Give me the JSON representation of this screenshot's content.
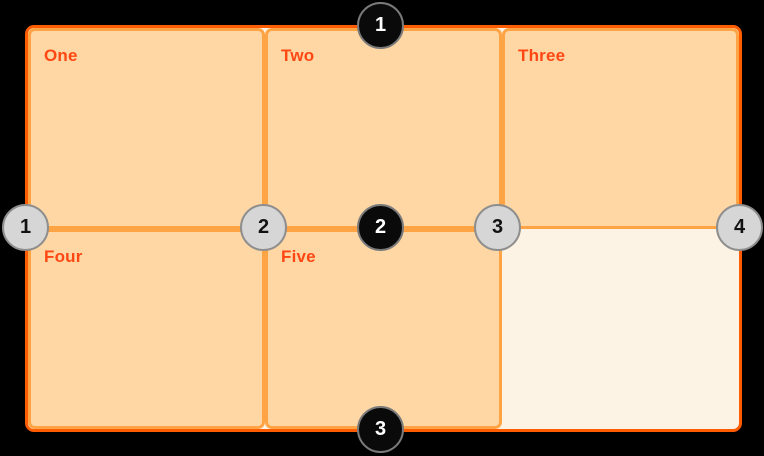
{
  "diagram": {
    "kind": "css-grid-line-numbers-illustration",
    "cells": [
      {
        "label": "One"
      },
      {
        "label": "Two"
      },
      {
        "label": "Three"
      },
      {
        "label": "Four"
      },
      {
        "label": "Five"
      },
      {
        "label": ""
      }
    ],
    "row_lines": [
      {
        "number": "1"
      },
      {
        "number": "2"
      },
      {
        "number": "3"
      }
    ],
    "column_lines": [
      {
        "number": "1"
      },
      {
        "number": "2"
      },
      {
        "number": "3"
      },
      {
        "number": "4"
      }
    ]
  },
  "colors": {
    "bg": "#000000",
    "container_border": "#ff5c00",
    "container_fill": "#fdf3e4",
    "cell_border": "#ffa445",
    "cell_fill": "#ffd7a4",
    "label_color": "#ff4713",
    "row_marker_fill": "#0a0a0a",
    "row_marker_text": "#ffffff",
    "row_marker_ring": "#7a7a7a",
    "col_marker_fill": "#d6d6d6",
    "col_marker_text": "#121212",
    "col_marker_ring": "#8e8e8e"
  }
}
